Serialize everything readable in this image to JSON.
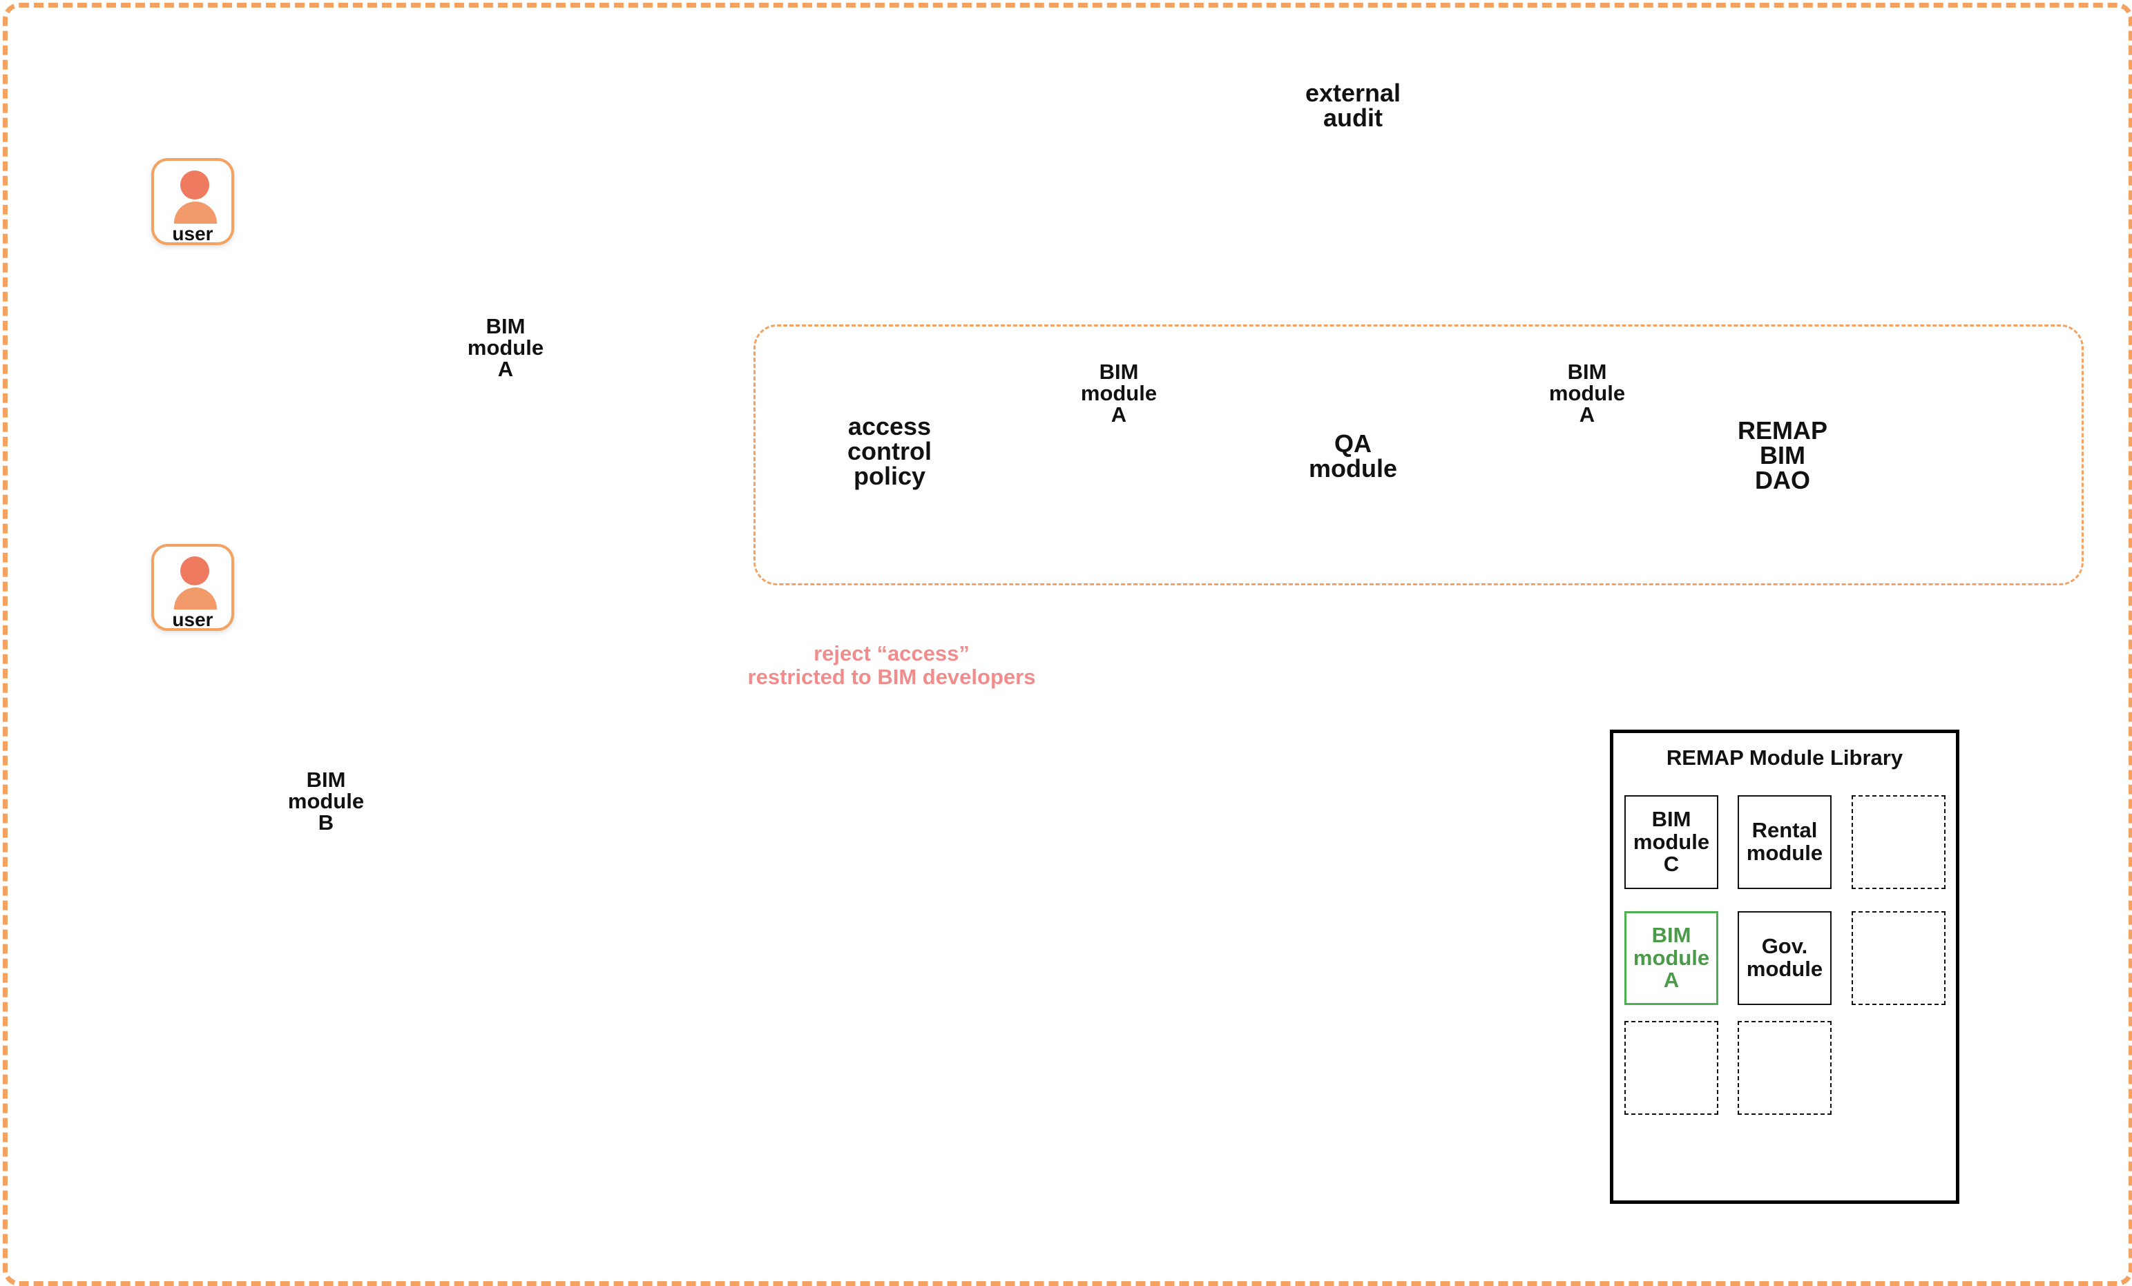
{
  "users": [
    {
      "label": "user"
    },
    {
      "label": "user"
    }
  ],
  "external_audit": "external\naudit",
  "bim_module_a_outside": "BIM\nmodule\nA",
  "bim_module_b": "BIM\nmodule\nB",
  "dao": {
    "access_control_policy": "access\ncontrol\npolicy",
    "bim_module_a_1": "BIM\nmodule\nA",
    "qa_module": "QA\nmodule",
    "bim_module_a_2": "BIM\nmodule\nA",
    "remap_bim_dao": "REMAP\nBIM\nDAO"
  },
  "reject_message": "reject “access”\nrestricted to BIM developers",
  "library": {
    "title": "REMAP Module Library",
    "slots": [
      {
        "label": "BIM\nmodule\nC"
      },
      {
        "label": "Rental\nmodule"
      },
      {
        "label": ""
      },
      {
        "label": "BIM\nmodule\nA"
      },
      {
        "label": "Gov.\nmodule"
      },
      {
        "label": ""
      },
      {
        "label": ""
      },
      {
        "label": ""
      }
    ]
  },
  "colors": {
    "frame_orange": "#f4a261",
    "reject_pink": "#f08c8c",
    "active_green": "#4caf50"
  }
}
